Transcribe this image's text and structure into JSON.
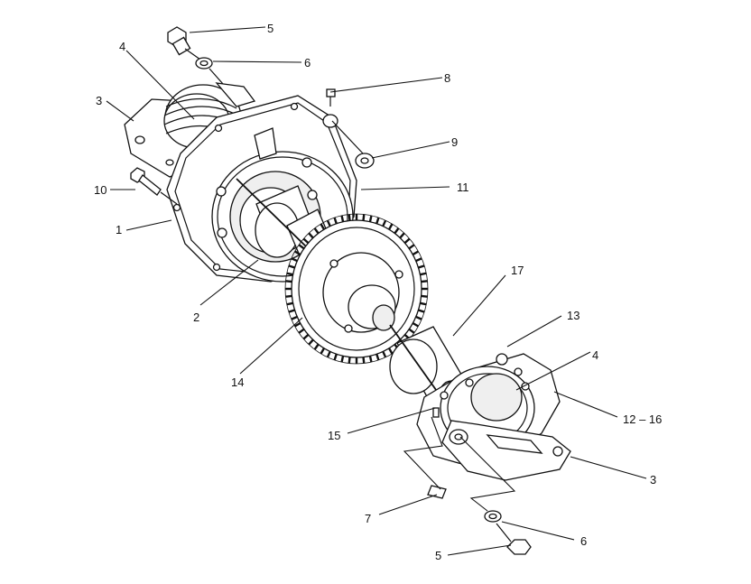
{
  "callouts": {
    "c5_top": "5",
    "c6_top": "6",
    "c8": "8",
    "c4_top": "4",
    "c3_top": "3",
    "c9": "9",
    "c10": "10",
    "c11": "11",
    "c1": "1",
    "c2": "2",
    "c17": "17",
    "c13": "13",
    "c4_right": "4",
    "c14": "14",
    "c12_16": "12 – 16",
    "c15": "15",
    "c3_right": "3",
    "c7": "7",
    "c6_bottom": "6",
    "c5_bottom": "5"
  }
}
